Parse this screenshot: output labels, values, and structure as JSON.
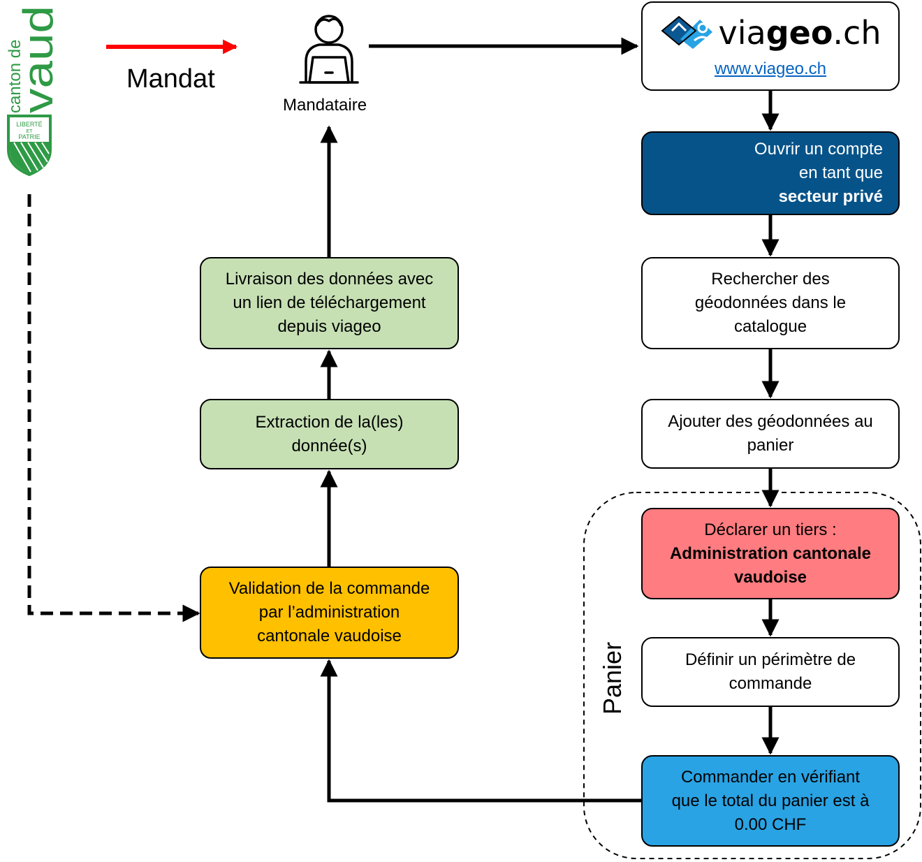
{
  "logo": {
    "canton_text": "canton de",
    "vaud_text": "vaud",
    "motto_line1": "LIBERTÉ",
    "motto_line2": "ET",
    "motto_line3": "PATRIE"
  },
  "mandat_label": "Mandat",
  "mandataire_label": "Mandataire",
  "viageo": {
    "brand_prefix": "via",
    "brand_bold": "geo",
    "brand_suffix": ".ch",
    "link": "www.viageo.ch"
  },
  "steps": {
    "account_line1": "Ouvrir un compte",
    "account_line2": "en tant que",
    "account_line3": "secteur privé",
    "search_line1": "Rechercher des",
    "search_line2": "géodonnées dans le",
    "search_line3": "catalogue",
    "add_line1": "Ajouter des géodonnées au",
    "add_line2": "panier",
    "third_line1": "Déclarer un tiers :",
    "third_line2": "Administration cantonale",
    "third_line3": "vaudoise",
    "perimeter_line1": "Définir un périmètre de",
    "perimeter_line2": "commande",
    "order_line1": "Commander en vérifiant",
    "order_line2": "que le total du panier est à",
    "order_line3": "0.00 CHF",
    "validation_line1": "Validation de la commande",
    "validation_line2": "par l’administration",
    "validation_line3": "cantonale vaudoise",
    "extraction_line1": "Extraction de la(les)",
    "extraction_line2": "donnée(s)",
    "delivery_line1": "Livraison des données avec",
    "delivery_line2": "un lien de téléchargement",
    "delivery_line3": "depuis viageo"
  },
  "panier_label": "Panier",
  "colors": {
    "vaud_green": "#2e9a45",
    "mandat_arrow": "#ff0000",
    "navy": "#065389",
    "green_box": "#c6e0b4",
    "orange_box": "#ffc000",
    "red_box": "#ff7c80",
    "blue_box": "#29a3e4",
    "link": "#0563c1"
  },
  "icons": {
    "user_laptop": "user-laptop-icon",
    "viageo_logo": "viageo-logo-icon",
    "pencil_user": "pencil-user-icon"
  }
}
